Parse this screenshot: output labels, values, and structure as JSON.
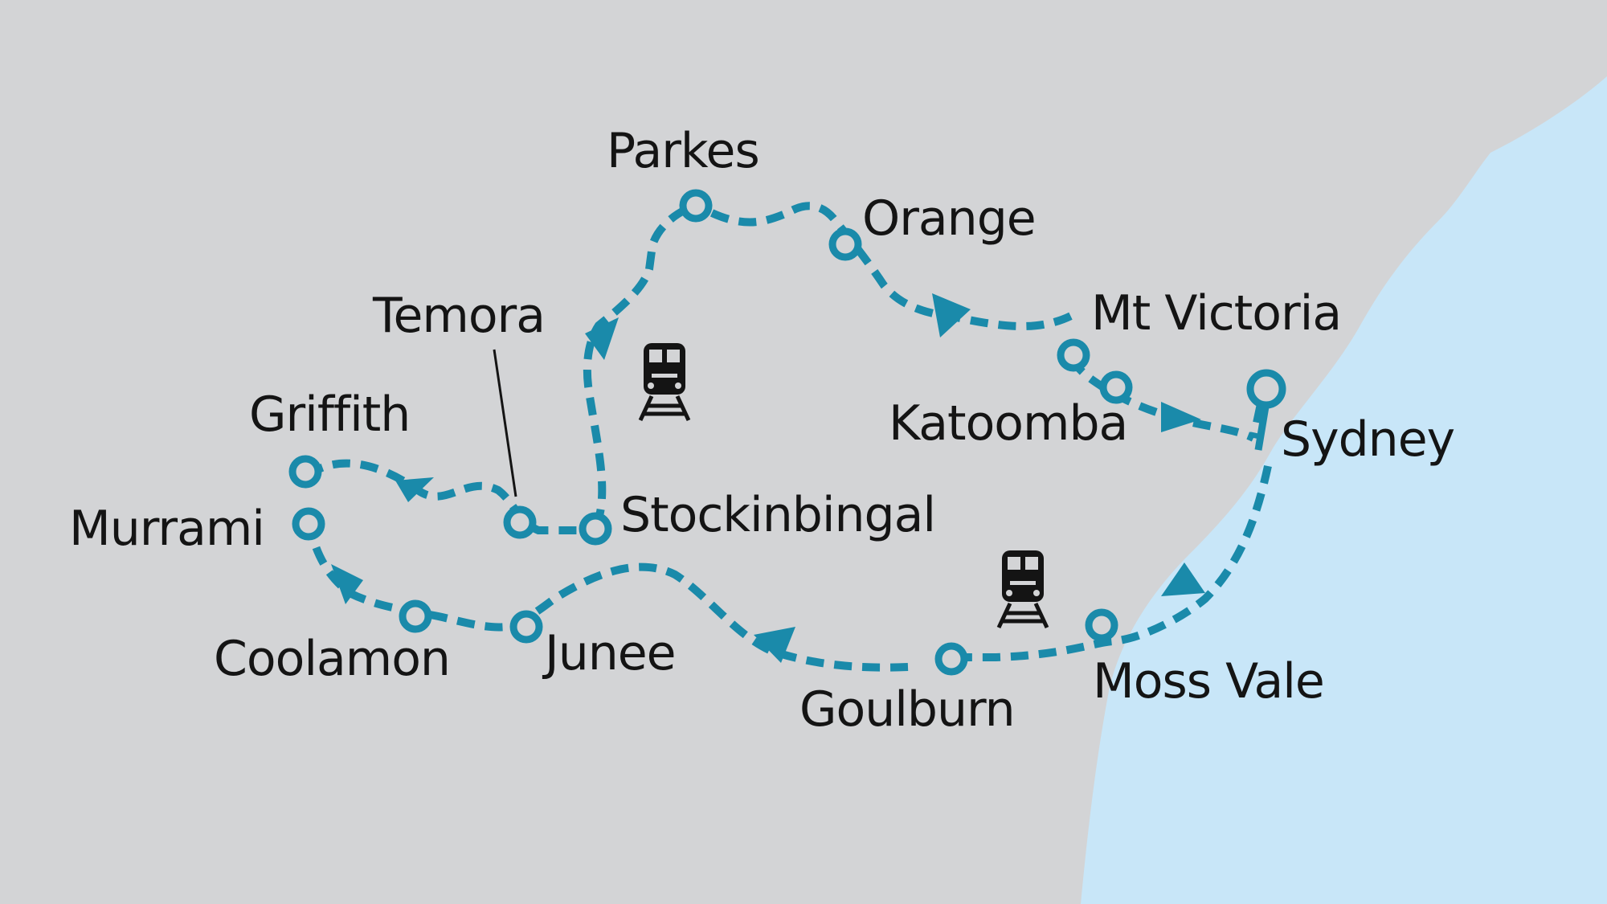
{
  "map": {
    "colors": {
      "land": "#d3d4d6",
      "sea": "#c8e6f8",
      "route": "#1a8aaa",
      "text": "#141414"
    },
    "stations": [
      {
        "id": "parkes",
        "label": "Parkes"
      },
      {
        "id": "orange",
        "label": "Orange"
      },
      {
        "id": "mt-victoria",
        "label": "Mt Victoria"
      },
      {
        "id": "katoomba",
        "label": "Katoomba"
      },
      {
        "id": "sydney",
        "label": "Sydney"
      },
      {
        "id": "moss-vale",
        "label": "Moss Vale"
      },
      {
        "id": "goulburn",
        "label": "Goulburn"
      },
      {
        "id": "junee",
        "label": "Junee"
      },
      {
        "id": "coolamon",
        "label": "Coolamon"
      },
      {
        "id": "murrami",
        "label": "Murrami"
      },
      {
        "id": "griffith",
        "label": "Griffith"
      },
      {
        "id": "temora",
        "label": "Temora"
      },
      {
        "id": "stockinbingal",
        "label": "Stockinbingal"
      }
    ],
    "icons": [
      "train-icon",
      "train-icon"
    ]
  }
}
